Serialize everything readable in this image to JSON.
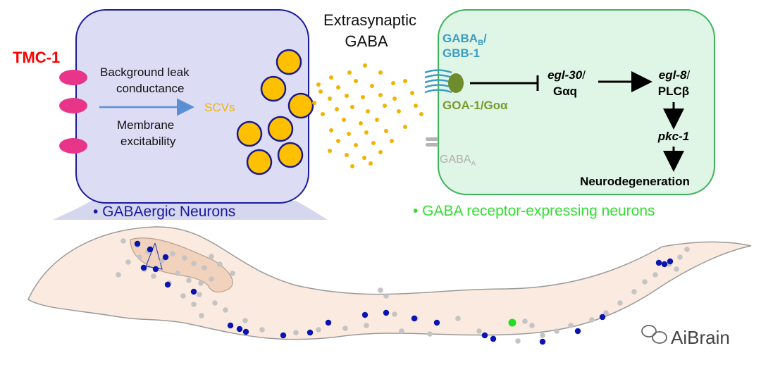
{
  "left_panel": {
    "tmc_label": "TMC-1",
    "leak_line1": "Background leak",
    "leak_line2": "conductance",
    "excit_line1": "Membrane",
    "excit_line2": "excitability",
    "scvs_label": "SCVs",
    "caption": "• GABAergic Neurons"
  },
  "center": {
    "title_line1": "Extrasynaptic",
    "title_line2": "GABA"
  },
  "right_panel": {
    "gabab": "GABA",
    "gabab_sub": "B",
    "gabab_slash": "/",
    "gbb": "GBB-1",
    "goa": "GOA-1/Goα",
    "egl30": "egl-30",
    "egl30_slash": "/",
    "gaq": "Gαq",
    "egl8": "egl-8",
    "egl8_slash": "/",
    "plcb": "PLCβ",
    "pkc": "pkc-1",
    "neurodegeneration": "Neurodegeneration",
    "gabaa": "GABA",
    "gabaa_sub": "A",
    "caption": "• GABA receptor-expressing neurons"
  },
  "watermark": "AiBrain",
  "colors": {
    "tmc_red": "#ff0000",
    "membrane_pink": "#e8358a",
    "left_fill": "#dcdcf5",
    "left_stroke": "#1a1aa0",
    "scv_fill": "#ffc000",
    "scv_stroke": "#1a1a8c",
    "gaba_dot": "#f2b300",
    "right_fill": "#dff5e6",
    "right_stroke": "#3cb55a",
    "gabab_blue": "#3b9dc4",
    "goa_green": "#7a9a2e",
    "caption_blue": "#1a1aa0",
    "caption_green": "#33dd33",
    "worm_fill": "#fbeadf",
    "neuron_blue": "#0a14b0",
    "neuron_green": "#22dd22"
  }
}
